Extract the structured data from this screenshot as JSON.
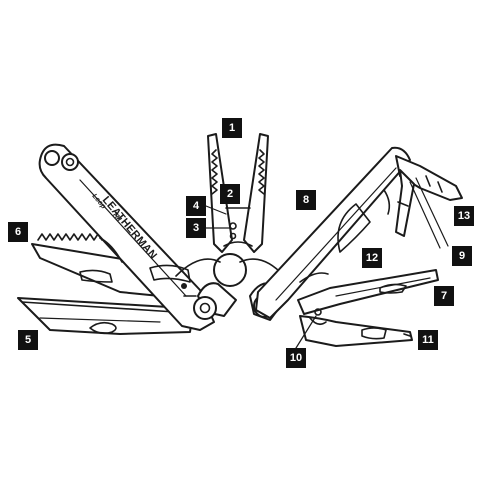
{
  "diagram": {
    "brand_text": "LEATHERMAN",
    "model_text": "Loop",
    "trademark": "TM",
    "callouts": [
      "1",
      "2",
      "3",
      "4",
      "5",
      "6",
      "7",
      "8",
      "9",
      "10",
      "11",
      "12",
      "13"
    ],
    "colors": {
      "line": "#1b1b1b",
      "callout_fill": "#111111",
      "callout_text": "#ffffff",
      "background": "#ffffff"
    }
  }
}
